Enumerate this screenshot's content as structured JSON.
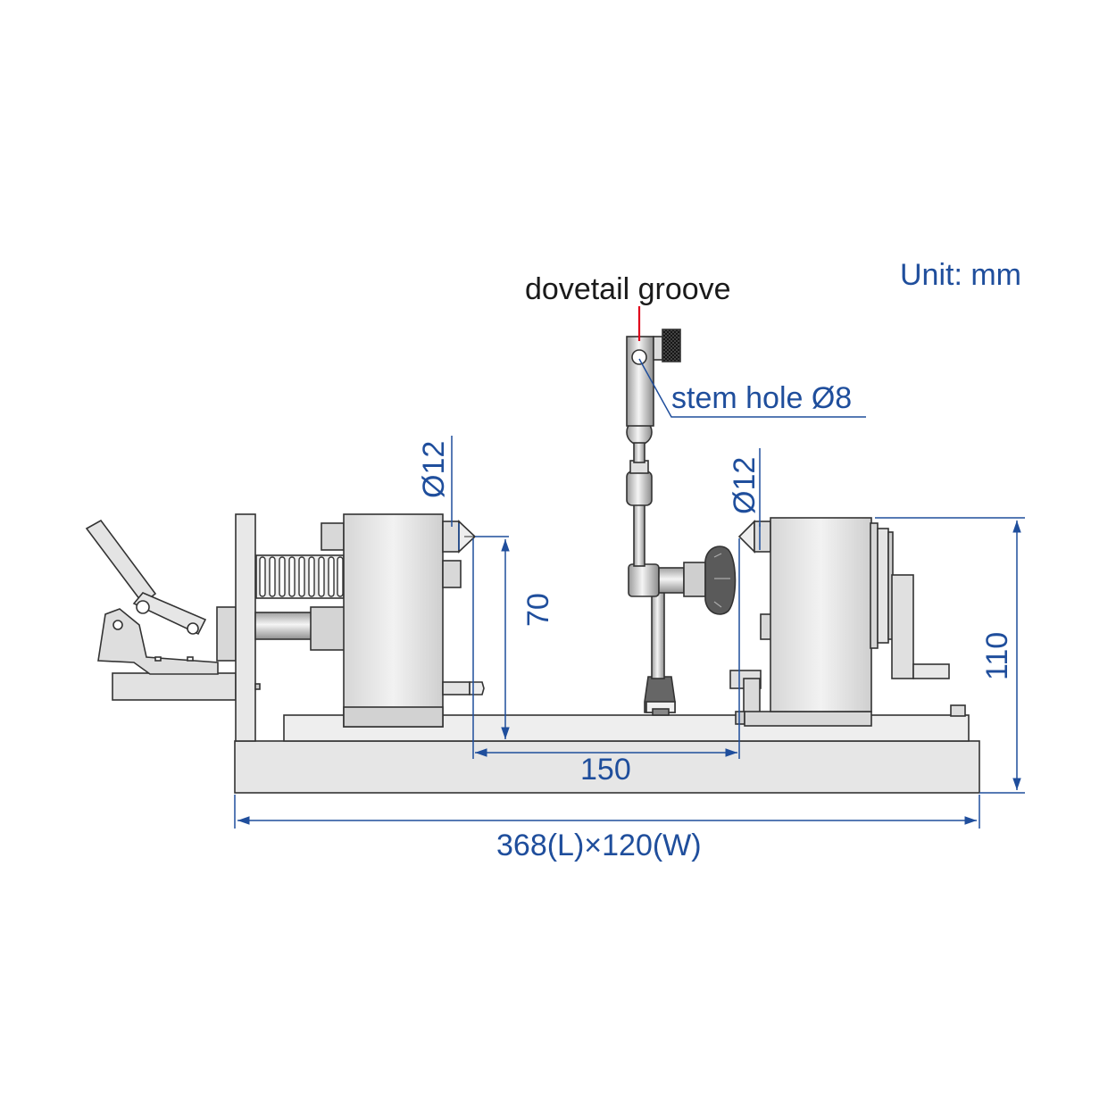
{
  "labels": {
    "unit": "Unit: mm",
    "dovetail": "dovetail groove",
    "stem_hole": "stem hole Ø8",
    "dia_left": "Ø12",
    "dia_right": "Ø12",
    "height_center": "70",
    "center_distance": "150",
    "height_total": "110",
    "base_size": "368(L)×120(W)"
  },
  "colors": {
    "dimension": "#1f4e9c",
    "outline": "#333333",
    "fill_light": "#e8e8e8",
    "fill_mid": "#d0d0d0",
    "leader_red": "#e0001b",
    "text_dark": "#1a1a1a"
  }
}
